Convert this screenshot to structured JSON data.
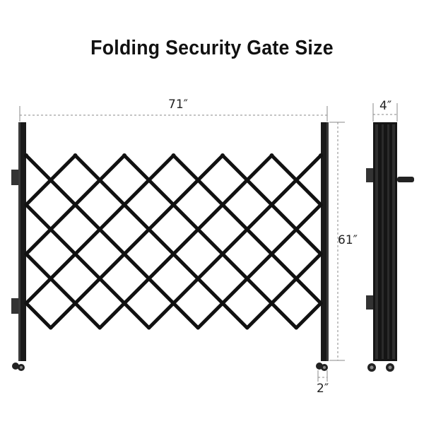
{
  "title": "Folding Security Gate Size",
  "dimensions": {
    "width": "71″",
    "height": "61″",
    "depth": "4″",
    "post": "2″"
  },
  "colors": {
    "gate": "#111111",
    "dimension_line": "#888888",
    "hardware": "#2a2a2a"
  }
}
